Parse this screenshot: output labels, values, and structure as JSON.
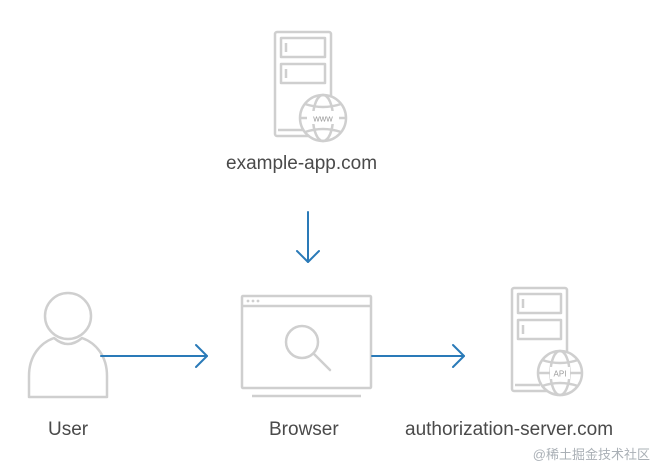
{
  "nodes": {
    "app_server": {
      "label": "example-app.com",
      "globe_text": "www"
    },
    "user": {
      "label": "User"
    },
    "browser": {
      "label": "Browser"
    },
    "auth_server": {
      "label": "authorization-server.com",
      "globe_text": "API"
    }
  },
  "watermark": "@稀土掘金技术社区",
  "colors": {
    "line": "#cfcfcf",
    "arrow": "#2a7ab8",
    "text": "#4a4a4a",
    "watermark": "#aab0b6"
  }
}
